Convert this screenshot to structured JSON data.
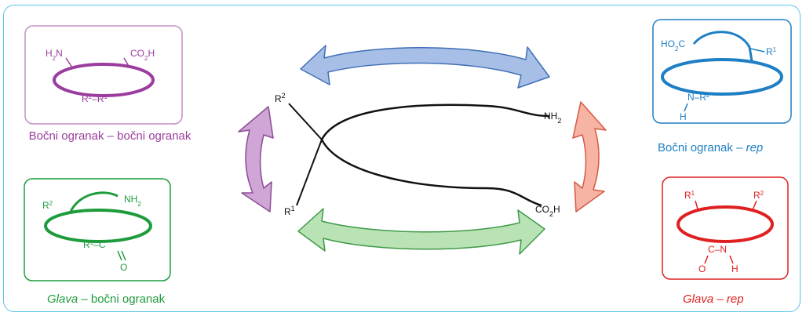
{
  "colors": {
    "frame": "#5bc0ea",
    "purple": "#9b3d9e",
    "blue": "#1f7fc4",
    "green": "#1e9c3c",
    "red": "#e02020",
    "arrow_blue_fill": "#a7bfe6",
    "arrow_green_fill": "#b9e3b4",
    "arrow_purple_fill": "#cfa6d6",
    "arrow_red_fill": "#f7b3a3"
  },
  "center": {
    "r2": "R",
    "r2_sup": "2",
    "r1": "R",
    "r1_sup": "1",
    "nh2": "NH",
    "nh2_sub": "2",
    "co2h_a": "CO",
    "co2h_sub": "2",
    "co2h_b": "H"
  },
  "boxes": {
    "side_side": {
      "h2n_a": "H",
      "h2n_sub": "2",
      "h2n_b": "N",
      "co2h_a": "CO",
      "co2h_sub": "2",
      "co2h_b": "H",
      "r2": "R",
      "r2_sup": "2",
      "dash": "–",
      "r1": "R",
      "r1_sup": "1"
    },
    "side_tail": {
      "ho2c_a": "HO",
      "ho2c_sub": "2",
      "ho2c_b": "C",
      "r1": "R",
      "r1_sup": "1",
      "n": "N",
      "r2": "R",
      "r2_sup": "2",
      "h": "H"
    },
    "head_side": {
      "r2": "R",
      "r2_sup": "2",
      "nh2": "NH",
      "nh2_sub": "2",
      "r1": "R",
      "r1_sup": "1",
      "c": "C",
      "o": "O"
    },
    "head_tail": {
      "r1": "R",
      "r1_sup": "1",
      "r2": "R",
      "r2_sup": "2",
      "c": "C",
      "n": "N",
      "o": "O",
      "h": "H"
    }
  },
  "captions": {
    "side_side": "Bočni ogranak – bočni ogranak",
    "side_tail_prefix": "Bočni ogranak – ",
    "side_tail_em": "rep",
    "head_side_em": "Glava",
    "head_side_suffix": " – bočni ogranak",
    "head_tail_em": "Glava",
    "head_tail_mid": " – ",
    "head_tail_em2": "rep"
  }
}
